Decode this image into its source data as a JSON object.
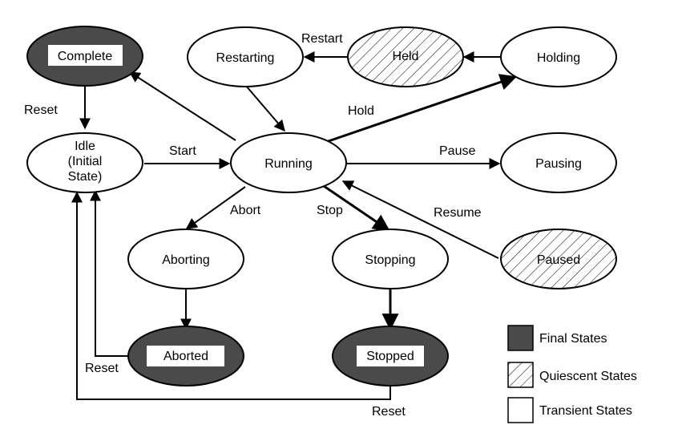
{
  "states": {
    "complete": "Complete",
    "restarting": "Restarting",
    "held": "Held",
    "holding": "Holding",
    "idle_1": "Idle",
    "idle_2": "(Initial",
    "idle_3": "State)",
    "running": "Running",
    "pausing": "Pausing",
    "aborting": "Aborting",
    "stopping": "Stopping",
    "paused": "Paused",
    "aborted": "Aborted",
    "stopped": "Stopped"
  },
  "transitions": {
    "restart": "Restart",
    "reset_complete": "Reset",
    "hold": "Hold",
    "start": "Start",
    "pause": "Pause",
    "abort": "Abort",
    "stop": "Stop",
    "resume": "Resume",
    "reset_aborted": "Reset",
    "reset_stopped": "Reset"
  },
  "legend": {
    "final": "Final States",
    "quiescent": "Quiescent States",
    "transient": "Transient States"
  },
  "colors": {
    "final_fill": "#4a4a4a",
    "line": "#000000",
    "background": "#ffffff"
  }
}
